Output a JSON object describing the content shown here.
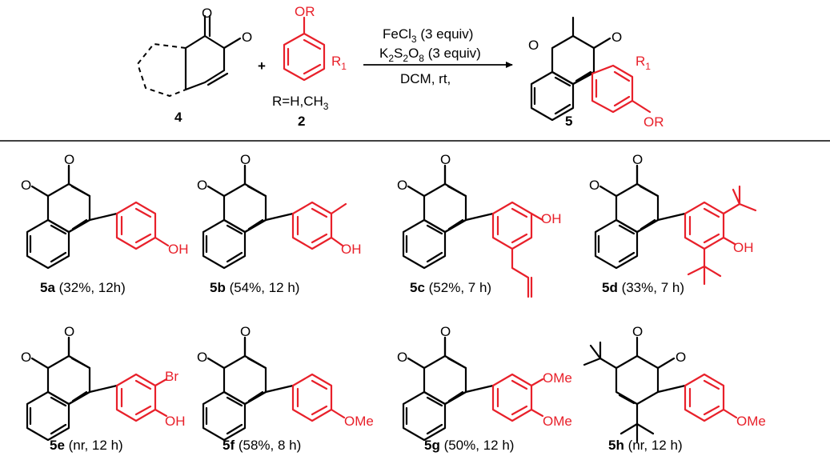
{
  "scheme": {
    "reactant_quinone_label": "4",
    "reactant_phenol_label": "2",
    "plus_sign": "+",
    "phenol_substituent": "OR",
    "phenol_r1": "R",
    "phenol_r1_sub": "1",
    "r_definition_pre": "R=H,CH",
    "r_definition_sub": "3",
    "product_label": "5",
    "product_substituent": "OR",
    "product_r1": "R",
    "product_r1_sub": "1",
    "atom_oxygen": "O",
    "conditions": {
      "reagent_1_pre": "FeCl",
      "reagent_1_sub": "3",
      "reagent_1_post": " (3 equiv)",
      "reagent_2_a": "K",
      "reagent_2_sub1": "2",
      "reagent_2_b": "S",
      "reagent_2_sub2": "2",
      "reagent_2_c": "O",
      "reagent_2_sub3": "8",
      "reagent_2_post": " (3 equiv)",
      "solvent": "DCM, rt,"
    }
  },
  "products": [
    {
      "id": "5a",
      "detail": " (32%, 12h)",
      "substituents": [
        "OH"
      ]
    },
    {
      "id": "5b",
      "detail": " (54%, 12 h)",
      "substituents": [
        "OH"
      ]
    },
    {
      "id": "5c",
      "detail": " (52%, 7 h)",
      "substituents": [
        "OH"
      ]
    },
    {
      "id": "5d",
      "detail": " (33%, 7 h)",
      "substituents": [
        "OH"
      ]
    },
    {
      "id": "5e",
      "detail": " (nr, 12 h)",
      "substituents": [
        "Br",
        "OH"
      ]
    },
    {
      "id": "5f",
      "detail": " (58%, 8 h)",
      "substituents": [
        "OMe"
      ]
    },
    {
      "id": "5g",
      "detail": " (50%, 12 h)",
      "substituents": [
        "OMe",
        "OMe"
      ]
    },
    {
      "id": "5h",
      "detail": " (nr, 12 h)",
      "substituents": [
        "OMe"
      ]
    }
  ],
  "colors": {
    "aryl_highlight": "#e8202a",
    "bond": "#000000"
  }
}
